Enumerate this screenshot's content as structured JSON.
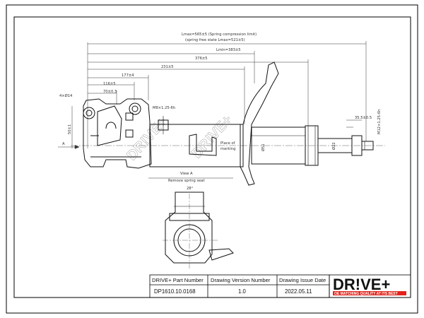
{
  "drawing": {
    "dimensions": {
      "lmax": "Lmax=565±5 (Spring compression limit)",
      "spring_free": "(spring free state Lmax=521±5)",
      "lmin": "Lmin=383±5",
      "d376": "376±5",
      "d231": "231±5",
      "d177": "177±4",
      "d116": "116±5",
      "d70": "70±0.3",
      "hole": "4×Ø14",
      "bolt": "M8×1.25-6h",
      "d50": "50±1",
      "d355": "35.5±0.5",
      "thread": "M12×1.25-6h",
      "dia51": "Ø51",
      "dia22": "Ø22",
      "angle": "28°",
      "arrow_a": "A"
    },
    "labels": {
      "place_of_marking_1": "Place of",
      "place_of_marking_2": "marking",
      "view_a": "View A",
      "remove_spring_seat": "Remove spring seat"
    },
    "watermark": "DR!VE+"
  },
  "title_block": {
    "headers": [
      "DRIVE+ Part Number",
      "Drawing Version  Number",
      "Drawing Issue Date"
    ],
    "values": [
      "DP1610.10.0168",
      "1.0",
      "2022.05.11"
    ]
  },
  "brand": {
    "logo": "DR!VE+",
    "tagline": "OE MATCHING QUALITY AT ITS BEST",
    "accent": "#e2231a"
  }
}
